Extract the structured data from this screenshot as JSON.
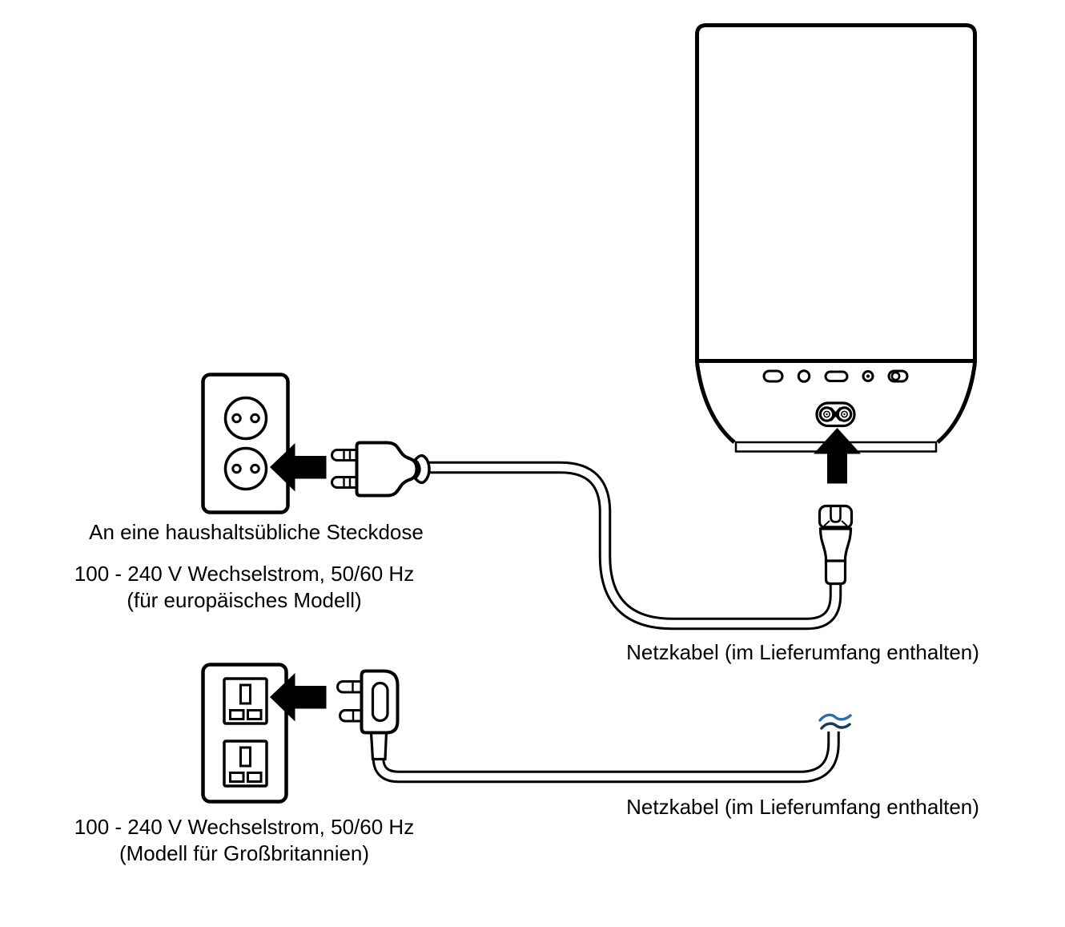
{
  "diagram_title": "power-connection-diagram",
  "labels": {
    "eu_outlet_title": "An eine haushaltsübliche Steckdose",
    "eu_outlet_spec": "100 - 240 V Wechselstrom, 50/60 Hz",
    "eu_outlet_model": "(für europäisches Modell)",
    "eu_cable": "Netzkabel (im Lieferumfang enthalten)",
    "uk_outlet_spec": "100 - 240 V Wechselstrom, 50/60 Hz",
    "uk_outlet_model": "(Modell für Großbritannien)",
    "uk_cable": "Netzkabel (im Lieferumfang enthalten)"
  },
  "colors": {
    "line": "#000000",
    "background": "#ffffff",
    "break_mark_top": "#2e6ca6",
    "break_mark_bottom": "#17395c"
  },
  "icons": {
    "up_arrow": "arrow pointing up to AC inlet",
    "left_arrow_eu": "arrow pointing left into EU wall socket",
    "left_arrow_uk": "arrow pointing left into UK wall socket",
    "cable_break": "wavy break marks on shortened cable"
  }
}
